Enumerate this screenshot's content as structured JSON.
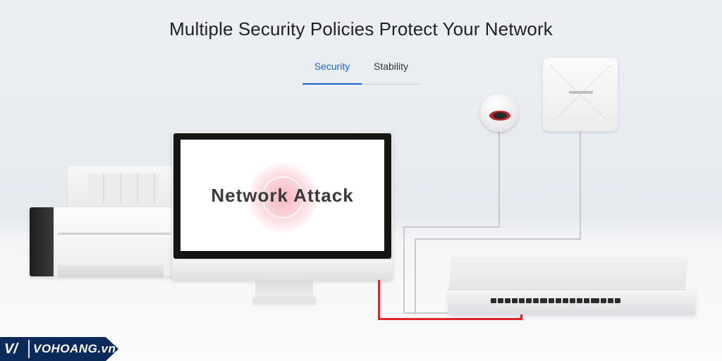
{
  "header": {
    "title": "Multiple Security Policies Protect Your Network"
  },
  "tabs": [
    {
      "label": "Security",
      "active": true
    },
    {
      "label": "Stability",
      "active": false
    }
  ],
  "scene": {
    "monitor_text": "Network Attack",
    "devices": [
      "printer",
      "monitor",
      "camera",
      "access-point",
      "switch"
    ]
  },
  "brand": {
    "mark": "V/",
    "name": "VOHOANG.vn"
  },
  "colors": {
    "accent": "#1a63c9",
    "attack_cable": "#e0262e",
    "brand_bg": "#0b2a5a"
  }
}
